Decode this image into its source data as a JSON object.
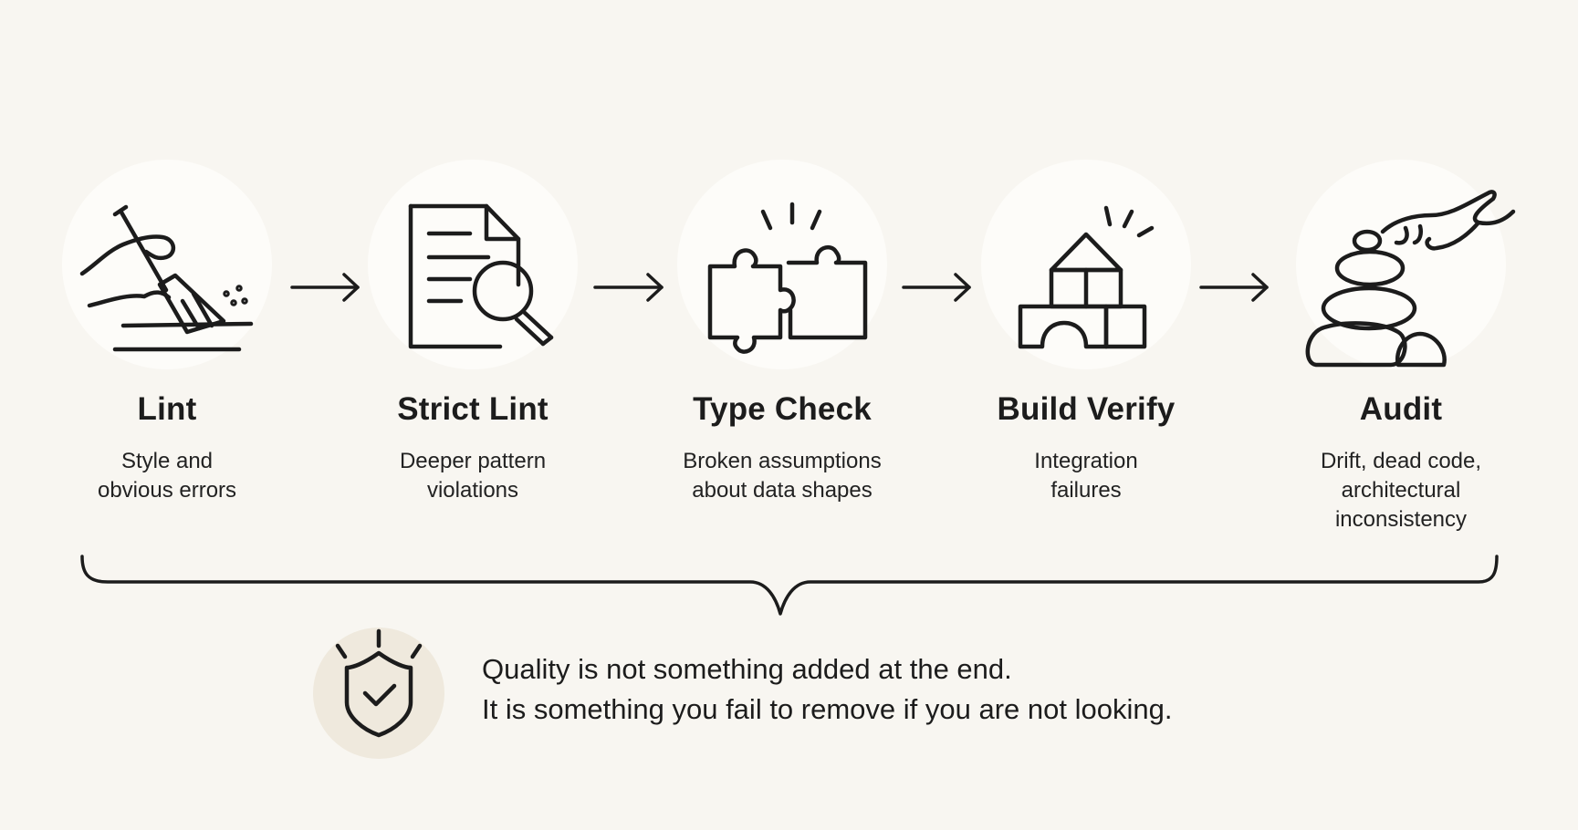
{
  "stages": [
    {
      "title": "Lint",
      "desc1": "Style and",
      "desc2": "obvious errors",
      "desc3": "",
      "icon": "broom-icon"
    },
    {
      "title": "Strict Lint",
      "desc1": "Deeper pattern",
      "desc2": "violations",
      "desc3": "",
      "icon": "document-magnifier-icon"
    },
    {
      "title": "Type Check",
      "desc1": "Broken assumptions",
      "desc2": "about data shapes",
      "desc3": "",
      "icon": "puzzle-icon"
    },
    {
      "title": "Build Verify",
      "desc1": "Integration",
      "desc2": "failures",
      "desc3": "",
      "icon": "building-blocks-icon"
    },
    {
      "title": "Audit",
      "desc1": "Drift, dead code,",
      "desc2": "architectural",
      "desc3": "inconsistency",
      "icon": "stacked-stones-icon"
    }
  ],
  "quote": {
    "line1": "Quality is not something added at the end.",
    "line2": "It is something you fail to remove if you are not looking.",
    "icon": "shield-check-icon"
  },
  "colors": {
    "background": "#f8f6f1",
    "ink": "#1c1c1c",
    "icon_halo": "#fdfcf9",
    "shield_halo": "#efe9dd"
  }
}
